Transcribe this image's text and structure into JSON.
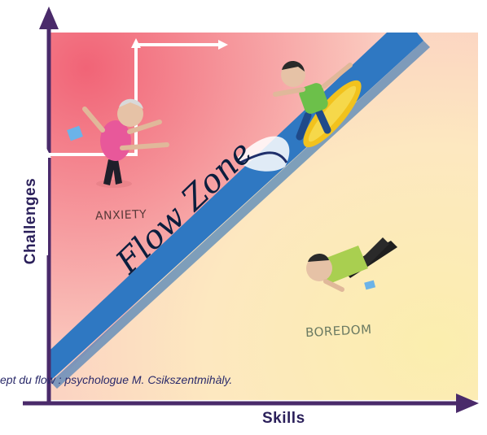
{
  "axes": {
    "y_label": "Challenges",
    "x_label": "Skills"
  },
  "zone": {
    "label": "Flow Zone"
  },
  "states": {
    "anxiety": "ANXIETY",
    "boredom": "BOREDOM"
  },
  "caption": "ept du flow : psychologue M. Csikszentmihàly.",
  "colors": {
    "anxiety_zone": "#f07080",
    "boredom_zone": "#fbe9b8",
    "flow_band": "#2f78c2",
    "axis": "#4a2a6a",
    "arrow": "#ffffff",
    "caption": "#2a2a6a"
  },
  "icons": [
    "anxious-person-icon",
    "surfer-icon",
    "bored-person-icon",
    "staircase-arrow-icon"
  ]
}
